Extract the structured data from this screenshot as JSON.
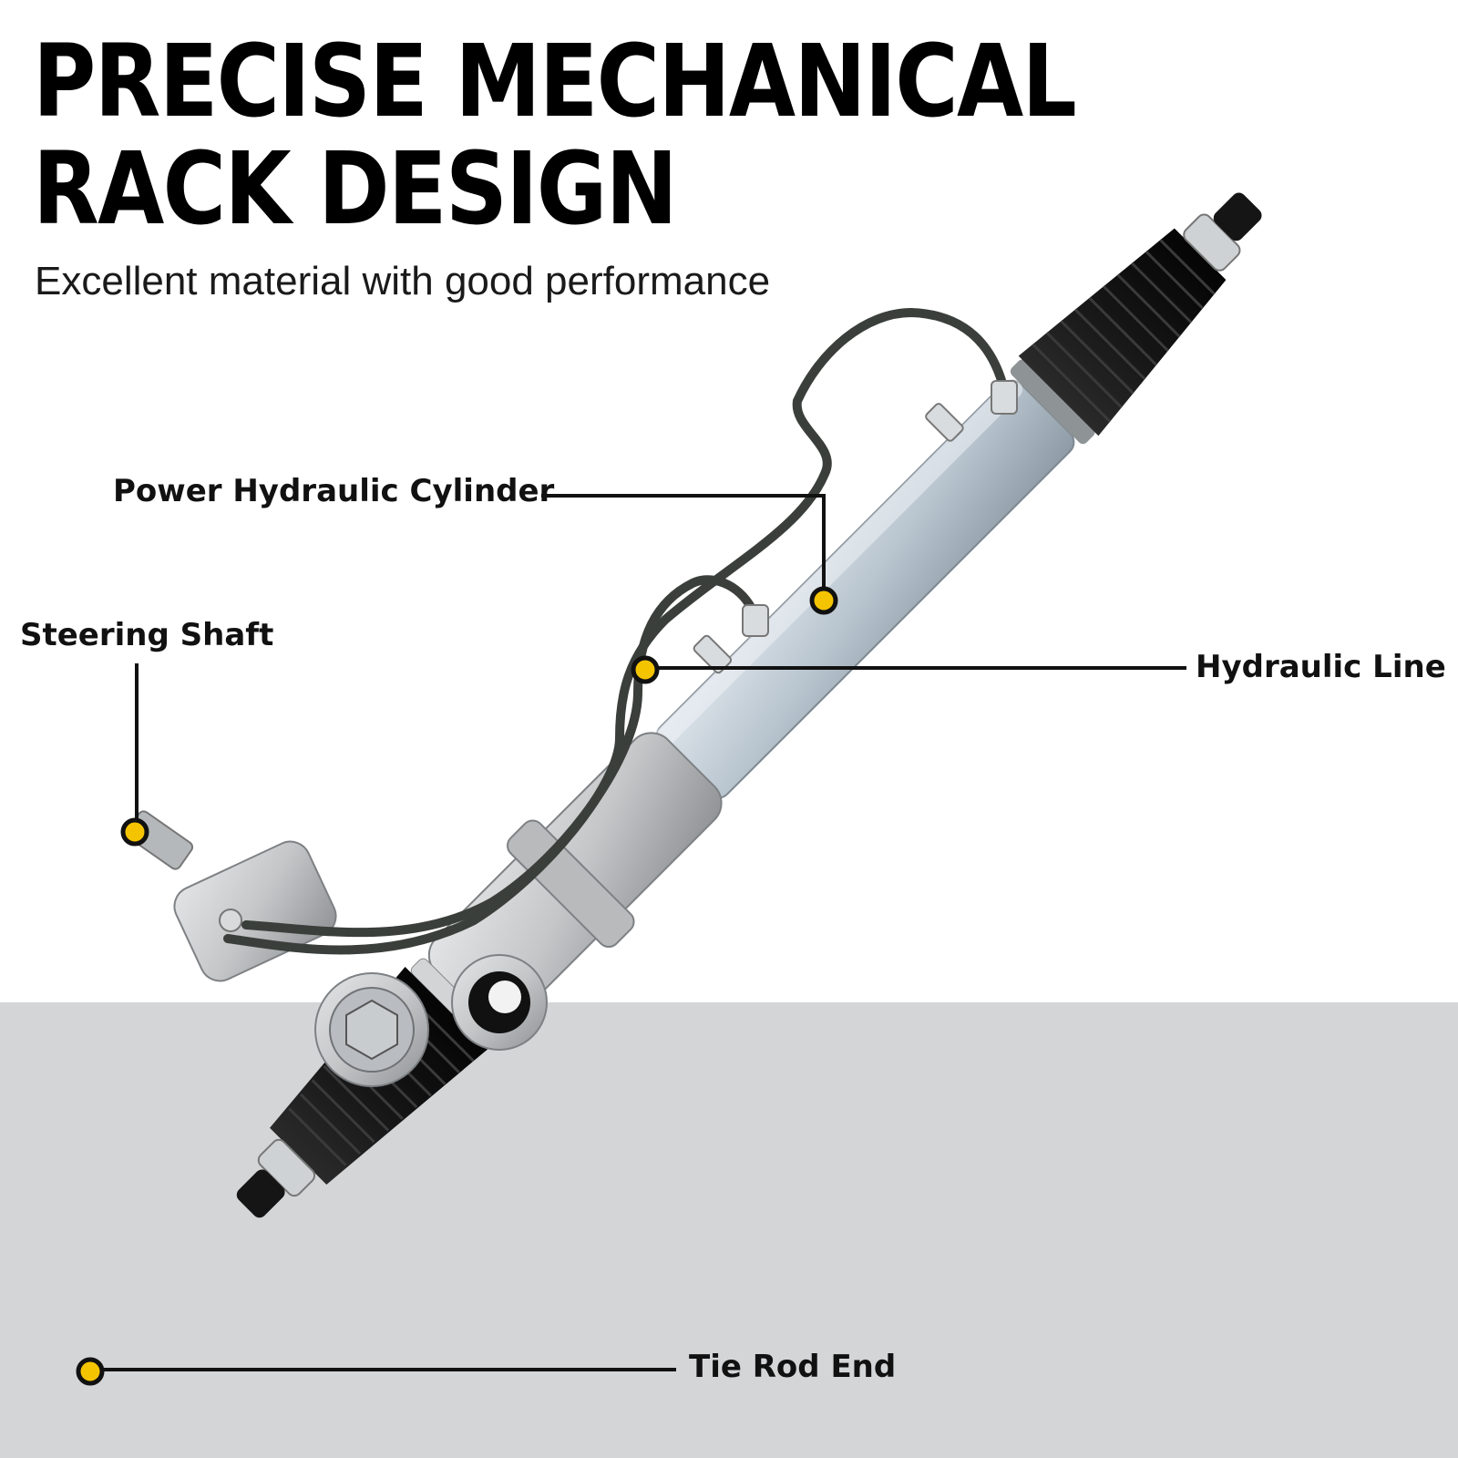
{
  "headline": {
    "line1": "PRECISE MECHANICAL",
    "line2": "RACK DESIGN"
  },
  "subhead": "Excellent material with good performance",
  "callouts": [
    {
      "id": "power-hydraulic-cylinder",
      "label": "Power Hydraulic Cylinder"
    },
    {
      "id": "steering-shaft",
      "label": "Steering Shaft"
    },
    {
      "id": "hydraulic-line",
      "label": "Hydraulic Line"
    },
    {
      "id": "tie-rod-end",
      "label": "Tie Rod End"
    }
  ],
  "colors": {
    "marker": "#f5c400",
    "boot": "#141414",
    "cylinder": "#b9c5cf",
    "housing": "#c4c6c8",
    "line": "#3b3f3b",
    "floor": "#d4d5d7"
  }
}
